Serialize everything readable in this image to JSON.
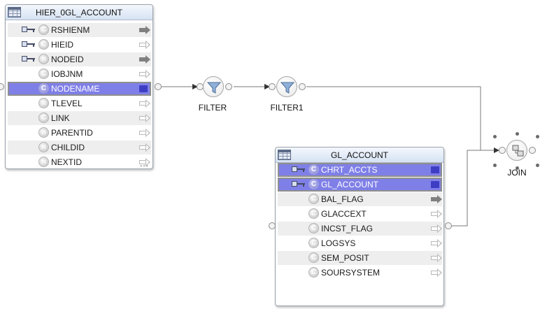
{
  "tables": {
    "hier": {
      "title": "HIER_0GL_ACCOUNT",
      "columns": [
        {
          "name": "RSHIENM",
          "type": "C",
          "key": true,
          "arrow": "filled",
          "selected": false
        },
        {
          "name": "HIEID",
          "type": "C",
          "key": true,
          "arrow": "outline",
          "selected": false
        },
        {
          "name": "NODEID",
          "type": "n",
          "key": true,
          "arrow": "filled",
          "selected": false
        },
        {
          "name": "IOBJNM",
          "type": "C",
          "key": false,
          "arrow": "outline",
          "selected": false
        },
        {
          "name": "NODENAME",
          "type": "C",
          "key": false,
          "arrow": "selected",
          "selected": true
        },
        {
          "name": "TLEVEL",
          "type": "n",
          "key": false,
          "arrow": "outline",
          "selected": false
        },
        {
          "name": "LINK",
          "type": "C",
          "key": false,
          "arrow": "outline",
          "selected": false
        },
        {
          "name": "PARENTID",
          "type": "n",
          "key": false,
          "arrow": "outline",
          "selected": false
        },
        {
          "name": "CHILDID",
          "type": "n",
          "key": false,
          "arrow": "outline",
          "selected": false
        },
        {
          "name": "NEXTID",
          "type": "n",
          "key": false,
          "arrow": "outline",
          "selected": false
        }
      ],
      "more_indicator": "..."
    },
    "gl": {
      "title": "GL_ACCOUNT",
      "columns": [
        {
          "name": "CHRT_ACCTS",
          "type": "C",
          "key": true,
          "arrow": "selected",
          "selected": true
        },
        {
          "name": "GL_ACCOUNT",
          "type": "C",
          "key": true,
          "arrow": "selected",
          "selected": true
        },
        {
          "name": "BAL_FLAG",
          "type": "C",
          "key": false,
          "arrow": "filled",
          "selected": false
        },
        {
          "name": "GLACCEXT",
          "type": "C",
          "key": false,
          "arrow": "outline",
          "selected": false
        },
        {
          "name": "INCST_FLAG",
          "type": "C",
          "key": false,
          "arrow": "outline",
          "selected": false
        },
        {
          "name": "LOGSYS",
          "type": "C",
          "key": false,
          "arrow": "outline",
          "selected": false
        },
        {
          "name": "SEM_POSIT",
          "type": "C",
          "key": false,
          "arrow": "outline",
          "selected": false
        },
        {
          "name": "SOURSYSTEM",
          "type": "C",
          "key": false,
          "arrow": "outline",
          "selected": false
        }
      ]
    }
  },
  "nodes": {
    "filter": {
      "label": "FILTER",
      "icon": "funnel-icon"
    },
    "filter1": {
      "label": "FILTER1",
      "icon": "funnel-icon"
    },
    "join": {
      "label": "JOIN",
      "icon": "join-icon"
    }
  },
  "colors": {
    "selection": "#7f7fe8",
    "wire": "#7a7a7a",
    "header": "#d6e3f3",
    "alt_row": "#eeeeee"
  }
}
